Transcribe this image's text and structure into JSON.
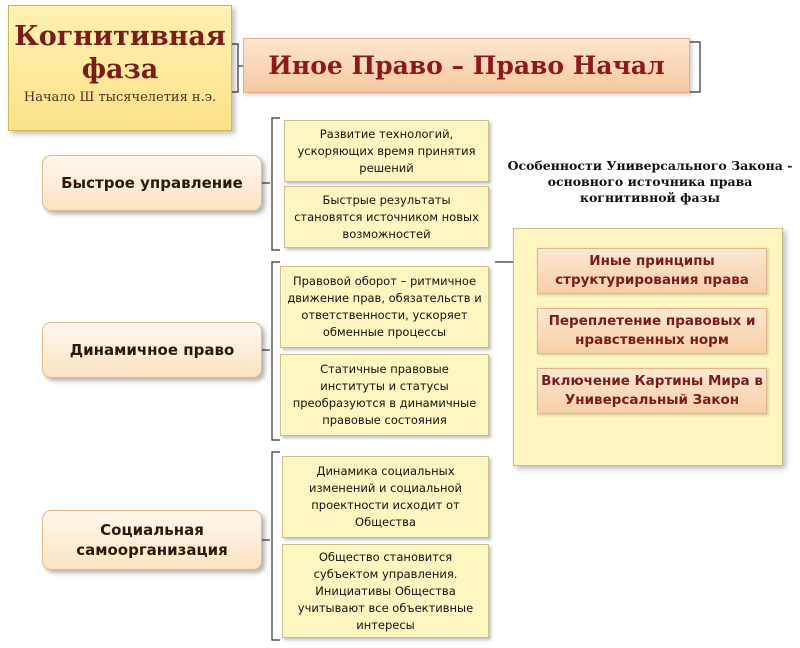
{
  "title": {
    "line1": "Когнитивная",
    "line2": "фаза",
    "subtitle": "Начало Ш тысячелетия н.э."
  },
  "banner": "Иное Право – Право Начал",
  "sections": [
    {
      "label_line1": "Быстрое управление",
      "label_line2": "",
      "items": [
        "Развитие технологий, ускоряющих время принятия решений",
        "Быстрые результаты становятся источником новых возможностей"
      ]
    },
    {
      "label_line1": "Динамичное право",
      "label_line2": "",
      "items": [
        "Правовой оборот – ритмичное движение прав, обязательств и ответственности, ускоряет обменные процессы",
        "Статичные правовые институты и статусы преобразуются в динамичные правовые состояния"
      ]
    },
    {
      "label_line1": "Социальная",
      "label_line2": "самоорганизация",
      "items": [
        "Динамика социальных изменений и социальной проектности исходит от Общества",
        "Общество становится субъектом управления. Инициативы Общества учитывают все объективные интересы"
      ]
    }
  ],
  "right_panel": {
    "caption": "Особенности Универсального Закона - основного источника права когнитивной фазы",
    "items": [
      "Иные принципы структурирования права",
      "Переплетение правовых и нравственных норм",
      "Включение Картины Мира в Универсальный Закон"
    ]
  }
}
